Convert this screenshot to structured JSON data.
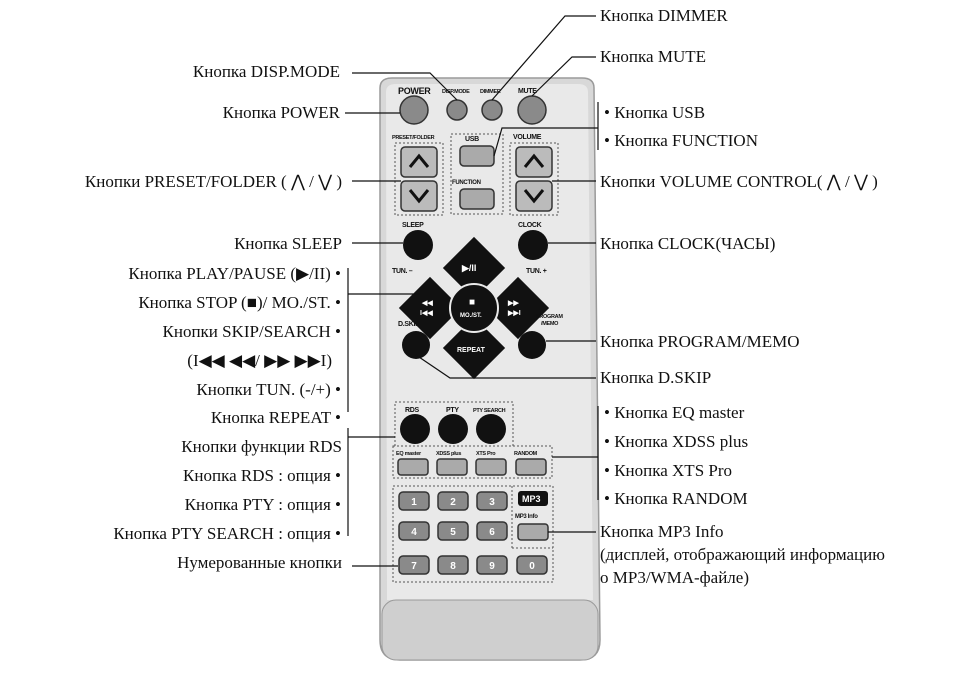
{
  "remote": {
    "keys": {
      "power": "POWER",
      "disp_mode": "DISP.MODE",
      "dimmer": "DIMMER",
      "mute": "MUTE",
      "preset_folder": "PRESET/FOLDER",
      "usb": "USB",
      "function": "FUNCTION",
      "volume": "VOLUME",
      "sleep": "SLEEP",
      "clock": "CLOCK",
      "play_pause": "▶/II",
      "tun_minus": "TUN. –",
      "tun_plus": "TUN. +",
      "stop": "■",
      "mo_st": "MO./ST.",
      "rew": "◀◀",
      "prev": "I◀◀",
      "fwd": "▶▶",
      "next": "▶▶I",
      "repeat": "REPEAT",
      "d_skip": "D.SKIP",
      "program_1": "PROGRAM",
      "program_2": "/MEMO",
      "rds": "RDS",
      "pty": "PTY",
      "pty_search": "PTY SEARCH",
      "eq_master": "EQ master",
      "xdss_plus": "XDSS plus",
      "xts_pro": "XTS Pro",
      "random": "RANDOM",
      "mp3": "MP3",
      "mp3_info": "MP3 Info",
      "digits": [
        "1",
        "2",
        "3",
        "4",
        "5",
        "6",
        "7",
        "8",
        "9",
        "0"
      ]
    }
  },
  "labels": {
    "dimmer": "Кнопка DIMMER",
    "disp_mode": "Кнопка DISP.MODE",
    "mute": "Кнопка MUTE",
    "power": "Кнопка POWER",
    "usb": "• Кнопка USB",
    "function": "• Кнопка FUNCTION",
    "preset_folder": "Кнопки PRESET/FOLDER ( ⋀ / ⋁ )",
    "volume": "Кнопки VOLUME CONTROL( ⋀ / ⋁ )",
    "sleep": "Кнопка SLEEP",
    "clock": "Кнопка CLOCK(ЧАСЫ)",
    "play_pause": "Кнопка PLAY/PAUSE (▶/II) •",
    "stop": "Кнопка STOP (■)/ MO./ST. •",
    "skip_search": "Кнопки SKIP/SEARCH •",
    "skip_symbols": "(I◀◀ ◀◀/ ▶▶ ▶▶I)",
    "tun": "Кнопки TUN. (-/+) •",
    "repeat": "Кнопка REPEAT •",
    "program": "Кнопка PROGRAM/MEMO",
    "d_skip": "Кнопка D.SKIP",
    "rds_functions": "Кнопки функции RDS",
    "rds": "Кнопка RDS : опция •",
    "pty": "Кнопка PTY : опция •",
    "pty_search": "Кнопка PTY SEARCH : опция •",
    "eq_master": "• Кнопка EQ master",
    "xdss_plus": "• Кнопка XDSS plus",
    "xts_pro": "• Кнопка XTS Pro",
    "random": "• Кнопка RANDOM",
    "mp3_info": "Кнопка MP3 Info",
    "mp3_info_desc_1": "(дисплей, отображающий информацию",
    "mp3_info_desc_2": "о MP3/WMA-файле)",
    "numbered": "Нумерованные кнопки"
  }
}
